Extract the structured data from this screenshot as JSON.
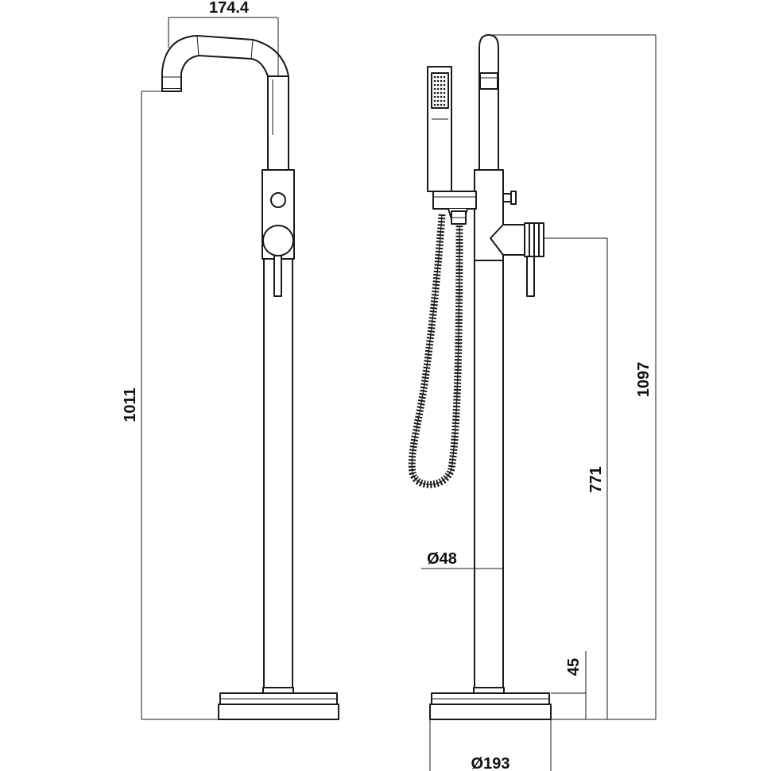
{
  "dimensions": {
    "spout_reach": "174.4",
    "spout_height": "1011",
    "overall_height": "1097",
    "outlet_height": "771",
    "pipe_diameter": "Ø48",
    "base_height": "45",
    "base_diameter": "Ø193"
  },
  "colors": {
    "line": "#1a1a1a",
    "background": "#ffffff"
  }
}
